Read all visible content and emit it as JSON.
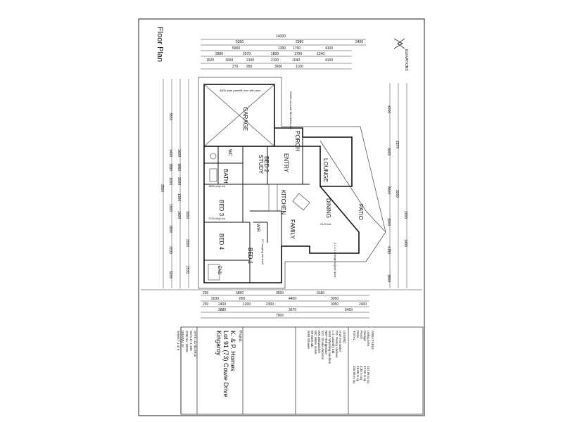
{
  "sheet": {
    "title": "Floor Plan",
    "north_label": "ELEVATIONS"
  },
  "rooms": {
    "garage": "GARAGE",
    "porch": "PORCH",
    "entry": "ENTRY",
    "lounge": "LOUNGE",
    "bed2": "BED 2",
    "study": "STUDY",
    "wc": "WC",
    "bath": "BATH",
    "kitchen": "KITCHEN",
    "dining": "DINING",
    "patio": "PATIO",
    "bed3": "BED 3",
    "family": "FAMILY",
    "wir": "WIR",
    "bed4": "BED 4",
    "bed1": "BED 1",
    "ens": "ENS"
  },
  "notes": {
    "garage_door": "4800 wide panelift door with auto",
    "slab": "25x90 concrete filled brick pier",
    "stairs_bath": "1800 vinyl s/s",
    "bed3_fin": "1700 vinyl s/s",
    "family_door": "2120 s/d",
    "wir_shelf": "27 hanging rail shelf",
    "bed1_door": "2.1 x 2.1 hinge support post"
  },
  "dimensions": {
    "top_overall": "14000",
    "top_row2": [
      "5350",
      "2380",
      "2400"
    ],
    "top_row3": [
      "5950",
      "1390",
      "1790",
      "4100"
    ],
    "top_row4": [
      "2880",
      "2070",
      "1800",
      "1790",
      "1240"
    ],
    "top_row5": [
      "1520",
      "1000",
      "2100",
      "2100",
      "1040",
      "4100"
    ],
    "top_row6": [
      "270",
      "950",
      "3600",
      "1100"
    ],
    "left_overall": "2500",
    "left_col": [
      "3500",
      "1400",
      "1890",
      "1000",
      "1900",
      "1800",
      "2030",
      "3200"
    ],
    "left_col2": [
      "1600",
      "1660",
      "2000",
      "1300",
      "1600",
      "3000",
      "2000",
      "2530"
    ],
    "right_col": [
      "4200",
      "3000",
      "8400",
      "3000",
      "4150",
      "3800"
    ],
    "right_col2": [
      "2570",
      "3200",
      "2000",
      "1400"
    ],
    "bottom_row1": [
      "230",
      "3850",
      "3600",
      "3180"
    ],
    "bottom_row2": [
      "2030",
      "850",
      "4400",
      "3050"
    ],
    "bottom_row3": [
      "230",
      "2400",
      "1200",
      "2300",
      "3050",
      "2400"
    ],
    "bottom_row4": [
      "2880",
      "3670",
      "5450"
    ],
    "bottom_overall": "7000"
  },
  "areas": {
    "heading": "AREA TABLE",
    "rows": [
      {
        "label": "Living area",
        "value": "157.06 m sq"
      },
      {
        "label": "Garage",
        "value": "37.59 m sq"
      },
      {
        "label": "Porch",
        "value": "3.30 m sq"
      },
      {
        "label": "Patio",
        "value": "28.00 m sq"
      },
      {
        "label": "TOTAL",
        "value": "226.95 m sq"
      }
    ]
  },
  "legend": {
    "heading": "LEGEND",
    "items": [
      "H.W. Hot water",
      "P.S. Pantry shelves",
      "L.T. Laundry tub",
      "W.M. Washing machine",
      "REF Refrigerator",
      "S.D. Smoke detector",
      "DW Dishwasher",
      "WC Water closet",
      "BT Bath tub",
      "SHR Shower"
    ]
  },
  "title_block": {
    "company": "K. & P. Homes",
    "lot": "Lot 91 (73) Cowie Drive",
    "town": "Kingaroy",
    "project_label": "Project:",
    "fields": [
      "DATE: 21-03-2013",
      "SCALE: 1:100",
      "JOB No: 10235",
      "DRAWN: Kt",
      "SHEET: 1 of 6"
    ]
  }
}
